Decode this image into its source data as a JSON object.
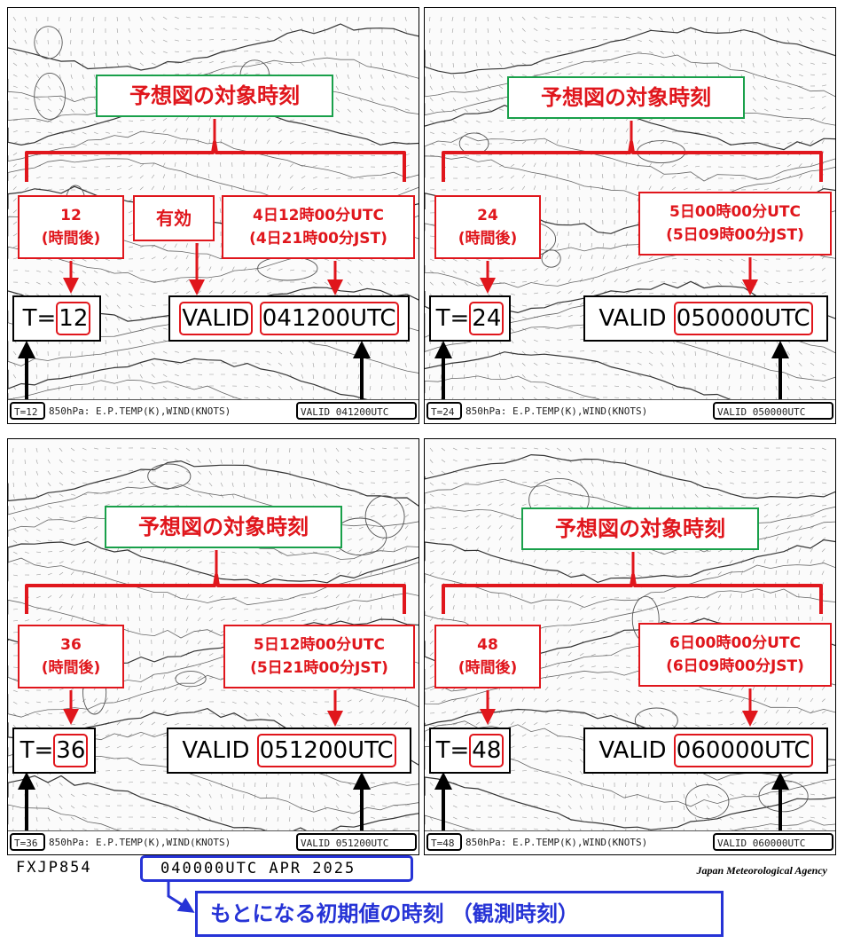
{
  "annotations": {
    "target_time_label": "予想図の対象時刻",
    "elapsed_hours_suffix": "(時間後)",
    "valid_label": "有効",
    "valid_word": "VALID",
    "t_prefix": "T=",
    "initial_time_explanation": "もとになる初期値の時刻 （観測時刻）"
  },
  "panels": [
    {
      "hours": "12",
      "valid_code": "041200UTC",
      "valid_utc": "4日12時00分UTC",
      "valid_jst": "(4日21時00分JST)",
      "caption_t": "T=12",
      "caption_mid": "850hPa: E.P.TEMP(K),WIND(KNOTS)",
      "caption_valid": "VALID 041200UTC"
    },
    {
      "hours": "24",
      "valid_code": "050000UTC",
      "valid_utc": "5日00時00分UTC",
      "valid_jst": "(5日09時00分JST)",
      "caption_t": "T=24",
      "caption_mid": "850hPa: E.P.TEMP(K),WIND(KNOTS)",
      "caption_valid": "VALID 050000UTC"
    },
    {
      "hours": "36",
      "valid_code": "051200UTC",
      "valid_utc": "5日12時00分UTC",
      "valid_jst": "(5日21時00分JST)",
      "caption_t": "T=36",
      "caption_mid": "850hPa: E.P.TEMP(K),WIND(KNOTS)",
      "caption_valid": "VALID 051200UTC"
    },
    {
      "hours": "48",
      "valid_code": "060000UTC",
      "valid_utc": "6日00時00分UTC",
      "valid_jst": "(6日09時00分JST)",
      "caption_t": "T=48",
      "caption_mid": "850hPa: E.P.TEMP(K),WIND(KNOTS)",
      "caption_valid": "VALID 060000UTC"
    }
  ],
  "footer": {
    "chart_code": "FXJP854",
    "initial_time": "040000UTC APR 2025",
    "agency": "Japan Meteorological Agency"
  },
  "colors": {
    "red": "#e0161c",
    "green": "#19a04a",
    "blue": "#2633d6",
    "black": "#000000"
  }
}
